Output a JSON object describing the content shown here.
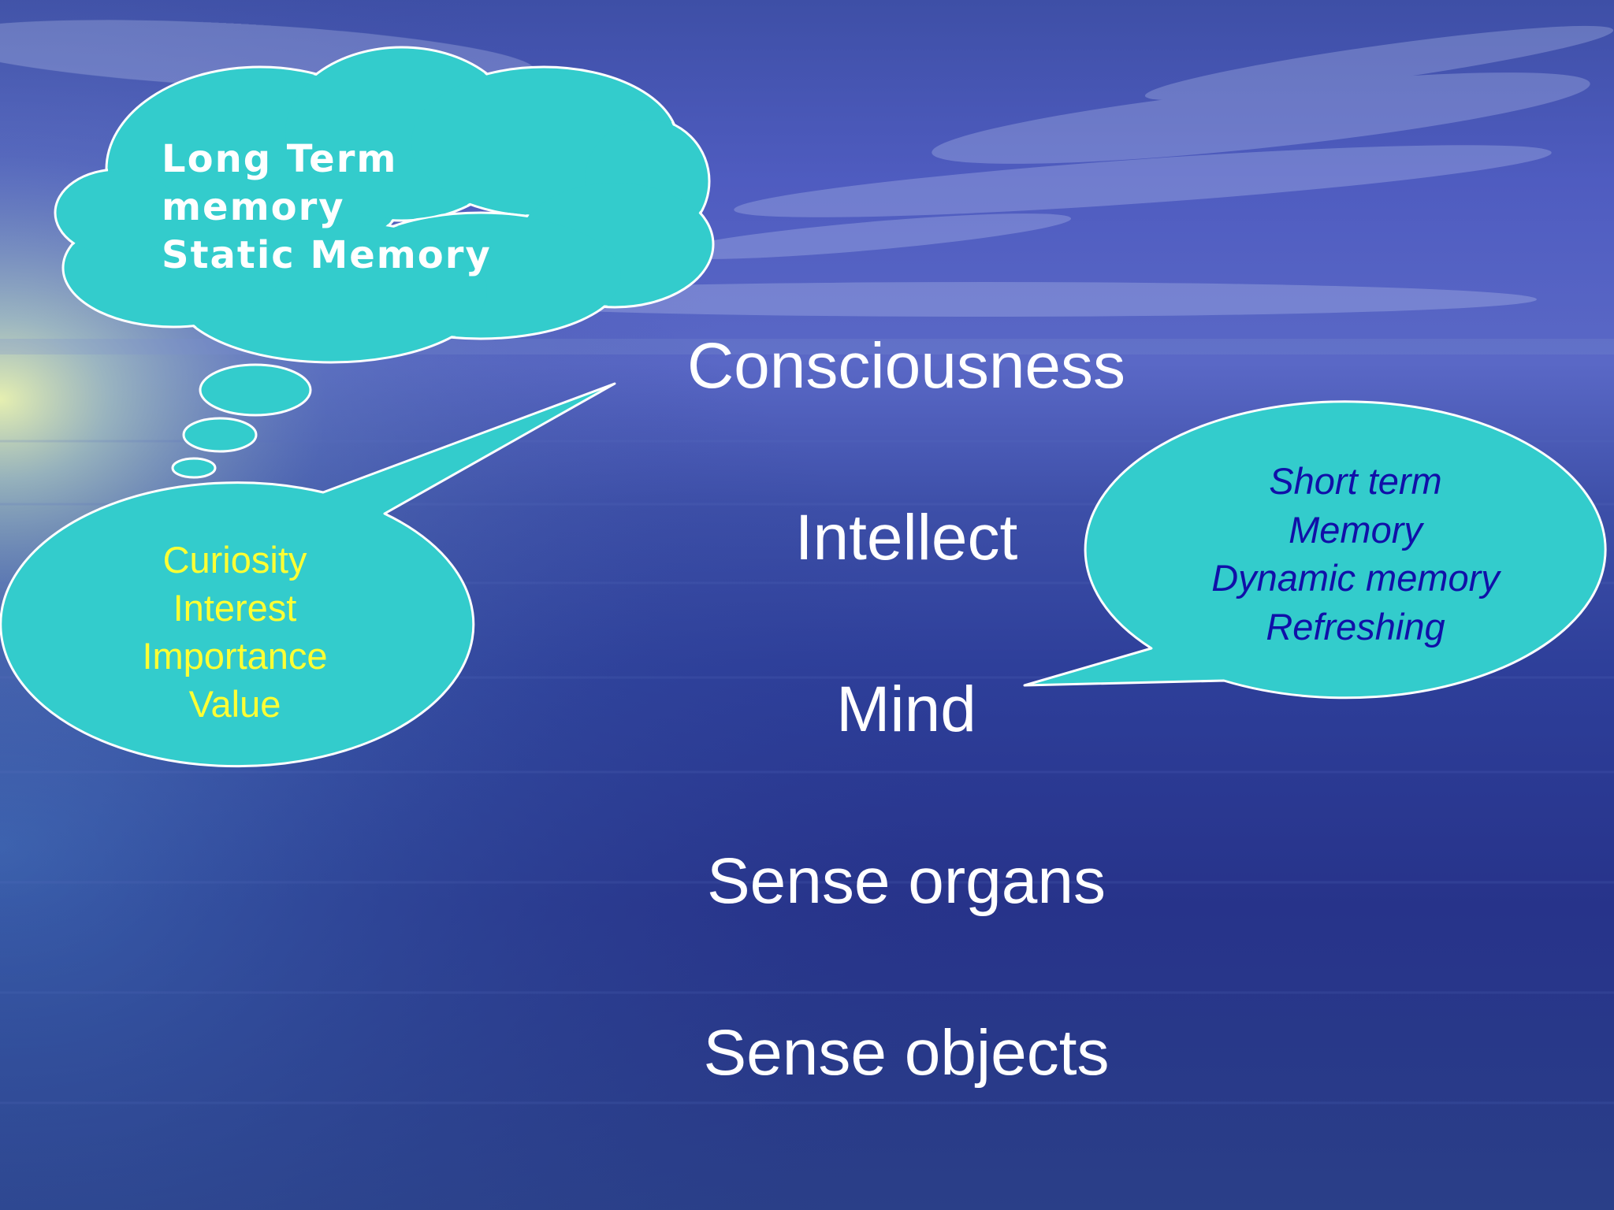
{
  "colors": {
    "bubble_fill": "#33cccc",
    "bubble_stroke": "#ffffff",
    "main_text": "#ffffff",
    "yellow_text": "#ffff33",
    "blue_text": "#1010a8",
    "sky_top": "#4a55b8",
    "sea": "#23308a"
  },
  "stack": [
    "Consciousness",
    "Intellect",
    "Mind",
    "Sense organs",
    "Sense objects"
  ],
  "thought_cloud": {
    "lines": [
      "Long Term",
      "memory",
      "Static Memory"
    ]
  },
  "left_bubble": {
    "lines": [
      "Curiosity",
      "Interest",
      "Importance",
      "Value"
    ]
  },
  "right_bubble": {
    "lines": [
      "Short term",
      "Memory",
      "Dynamic memory",
      "Refreshing"
    ]
  }
}
